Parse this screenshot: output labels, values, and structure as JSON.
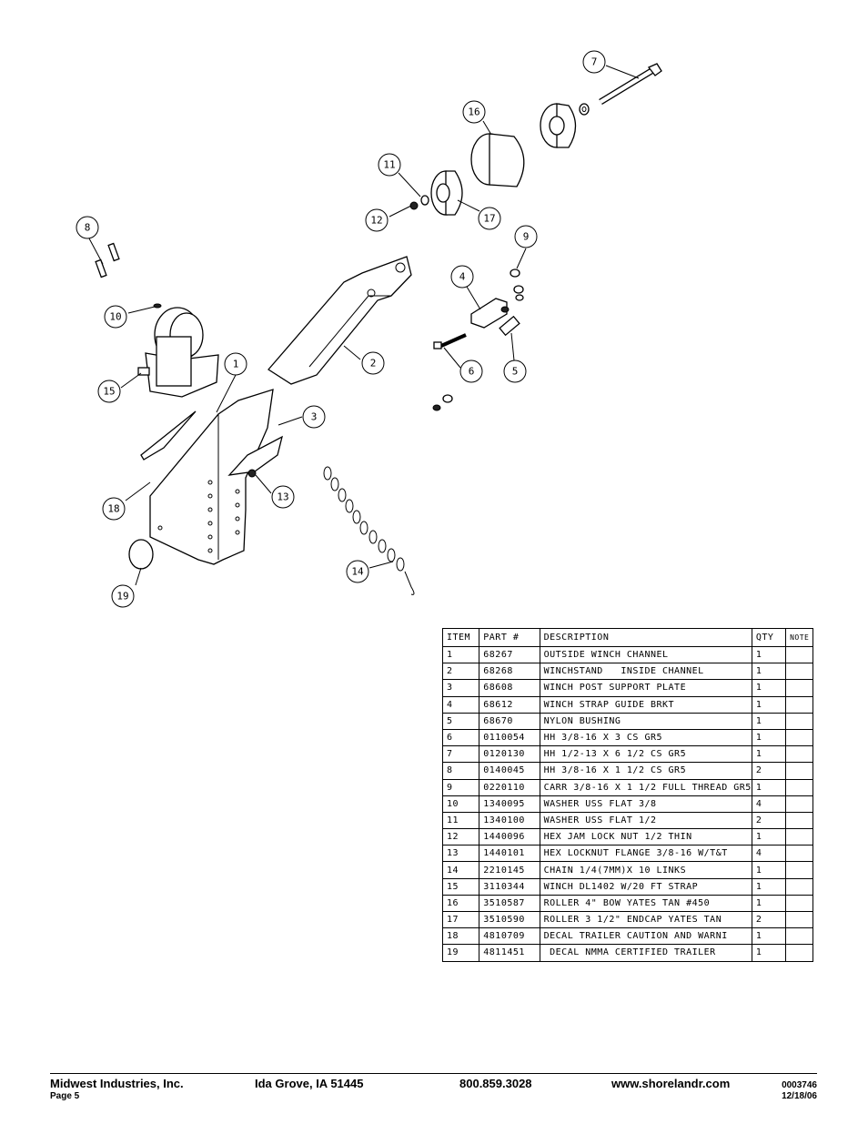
{
  "callouts": [
    "7",
    "16",
    "11",
    "12",
    "17",
    "9",
    "4",
    "8",
    "10",
    "15",
    "1",
    "2",
    "6",
    "5",
    "3",
    "13",
    "18",
    "14",
    "19"
  ],
  "bom": {
    "headers": [
      "ITEM",
      "PART #",
      "DESCRIPTION",
      "QTY",
      "NOTE"
    ],
    "rows": [
      [
        "1",
        "68267",
        "OUTSIDE WINCH CHANNEL",
        "1",
        ""
      ],
      [
        "2",
        "68268",
        "WINCHSTAND   INSIDE CHANNEL",
        "1",
        ""
      ],
      [
        "3",
        "68608",
        "WINCH POST SUPPORT PLATE",
        "1",
        ""
      ],
      [
        "4",
        "68612",
        "WINCH STRAP GUIDE BRKT",
        "1",
        ""
      ],
      [
        "5",
        "68670",
        "NYLON BUSHING",
        "1",
        ""
      ],
      [
        "6",
        "0110054",
        "HH 3/8-16 X 3 CS GR5",
        "1",
        ""
      ],
      [
        "7",
        "0120130",
        "HH 1/2-13 X 6 1/2 CS GR5",
        "1",
        ""
      ],
      [
        "8",
        "0140045",
        "HH 3/8-16 X 1 1/2 CS GR5",
        "2",
        ""
      ],
      [
        "9",
        "0220110",
        "CARR 3/8-16 X 1 1/2 FULL THREAD GR5",
        "1",
        ""
      ],
      [
        "10",
        "1340095",
        "WASHER USS FLAT 3/8",
        "4",
        ""
      ],
      [
        "11",
        "1340100",
        "WASHER USS FLAT 1/2",
        "2",
        ""
      ],
      [
        "12",
        "1440096",
        "HEX JAM LOCK NUT 1/2 THIN",
        "1",
        ""
      ],
      [
        "13",
        "1440101",
        "HEX LOCKNUT FLANGE 3/8-16 W/T&T",
        "4",
        ""
      ],
      [
        "14",
        "2210145",
        "CHAIN 1/4(7MM)X 10 LINKS",
        "1",
        ""
      ],
      [
        "15",
        "3110344",
        "WINCH DL1402 W/20 FT STRAP",
        "1",
        ""
      ],
      [
        "16",
        "3510587",
        "ROLLER 4\" BOW YATES TAN #450",
        "1",
        ""
      ],
      [
        "17",
        "3510590",
        "ROLLER 3 1/2\" ENDCAP YATES TAN",
        "2",
        ""
      ],
      [
        "18",
        "4810709",
        "DECAL TRAILER CAUTION AND WARNI",
        "1",
        ""
      ],
      [
        "19",
        "4811451",
        " DECAL NMMA CERTIFIED TRAILER",
        "1",
        ""
      ]
    ]
  },
  "footer": {
    "company": "Midwest Industries, Inc.",
    "page": "Page 5",
    "address": "Ida Grove, IA  51445",
    "phone": "800.859.3028",
    "website": "www.shorelandr.com",
    "doc_number": "0003746",
    "date": "12/18/06"
  }
}
